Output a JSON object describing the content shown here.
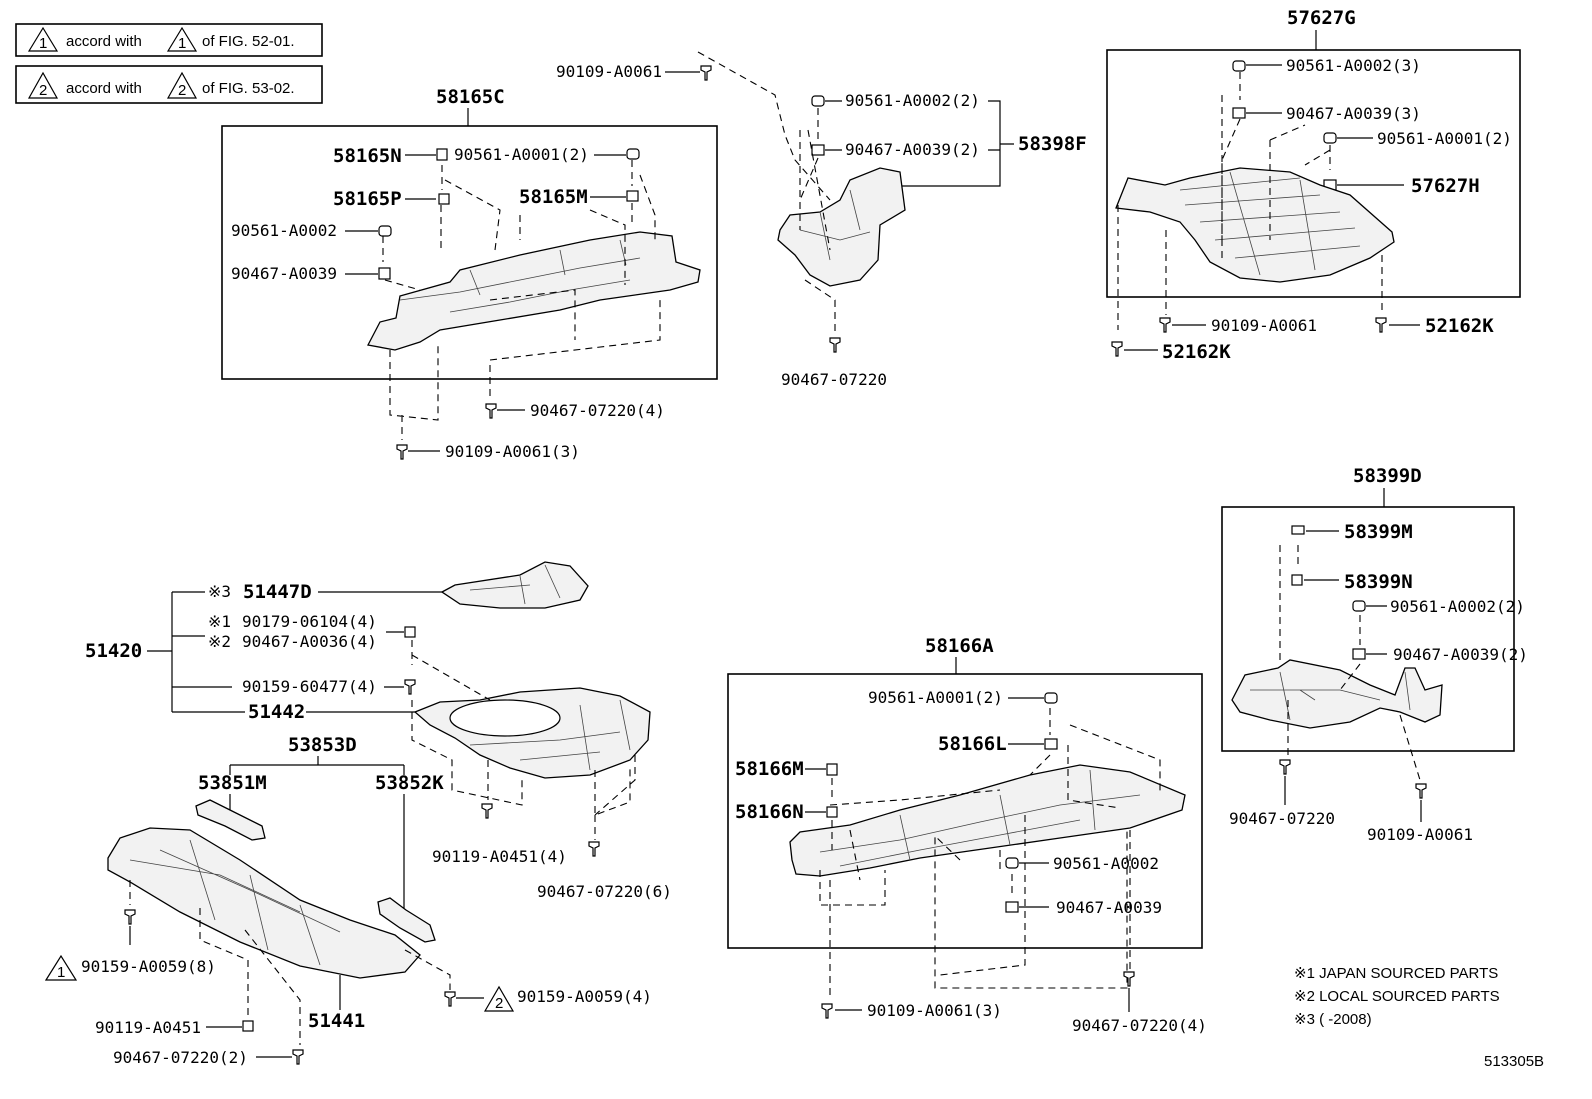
{
  "legend": {
    "row1": {
      "mark": "1",
      "text_a": "accord with",
      "text_b": "of FIG. 52-01."
    },
    "row2": {
      "mark": "2",
      "text_a": "accord with",
      "text_b": "of FIG. 53-02."
    }
  },
  "groups": {
    "g58165C": {
      "title": "58165C",
      "labels": [
        "58165N",
        "90561-A0001(2)",
        "58165P",
        "58165M",
        "90561-A0002",
        "90467-A0039",
        "90467-07220(4)",
        "90109-A0061(3)"
      ]
    },
    "g58398F": {
      "title": "58398F",
      "labels": [
        "90109-A0061",
        "90561-A0002(2)",
        "90467-A0039(2)",
        "90467-07220"
      ]
    },
    "g57627G": {
      "title": "57627G",
      "labels": [
        "90561-A0002(3)",
        "90467-A0039(3)",
        "90561-A0001(2)",
        "57627H",
        "90109-A0061",
        "52162K",
        "52162K"
      ]
    },
    "g51420": {
      "title": "51420",
      "labels": [
        "51447D",
        "90179-06104(4)",
        "90467-A0036(4)",
        "90159-60477(4)",
        "51442",
        "90119-A0451(4)",
        "90467-07220(6)"
      ],
      "marks": [
        "※3",
        "※1",
        "※2"
      ]
    },
    "g53853D": {
      "title": "53853D",
      "labels": [
        "53851M",
        "53852K",
        "90159-A0059(8)",
        "51441",
        "90159-A0059(4)",
        "90119-A0451",
        "90467-07220(2)"
      ]
    },
    "g58166A": {
      "title": "58166A",
      "labels": [
        "90561-A0001(2)",
        "58166L",
        "58166M",
        "58166N",
        "90561-A0002",
        "90467-A0039",
        "90109-A0061(3)",
        "90467-07220(4)"
      ]
    },
    "g58399D": {
      "title": "58399D",
      "labels": [
        "58399M",
        "58399N",
        "90561-A0002(2)",
        "90467-A0039(2)",
        "90467-07220",
        "90109-A0061"
      ]
    }
  },
  "footnotes": [
    "※1 JAPAN SOURCED PARTS",
    "※2 LOCAL SOURCED PARTS",
    "※3 (       -2008)"
  ],
  "figure_id": "513305B"
}
